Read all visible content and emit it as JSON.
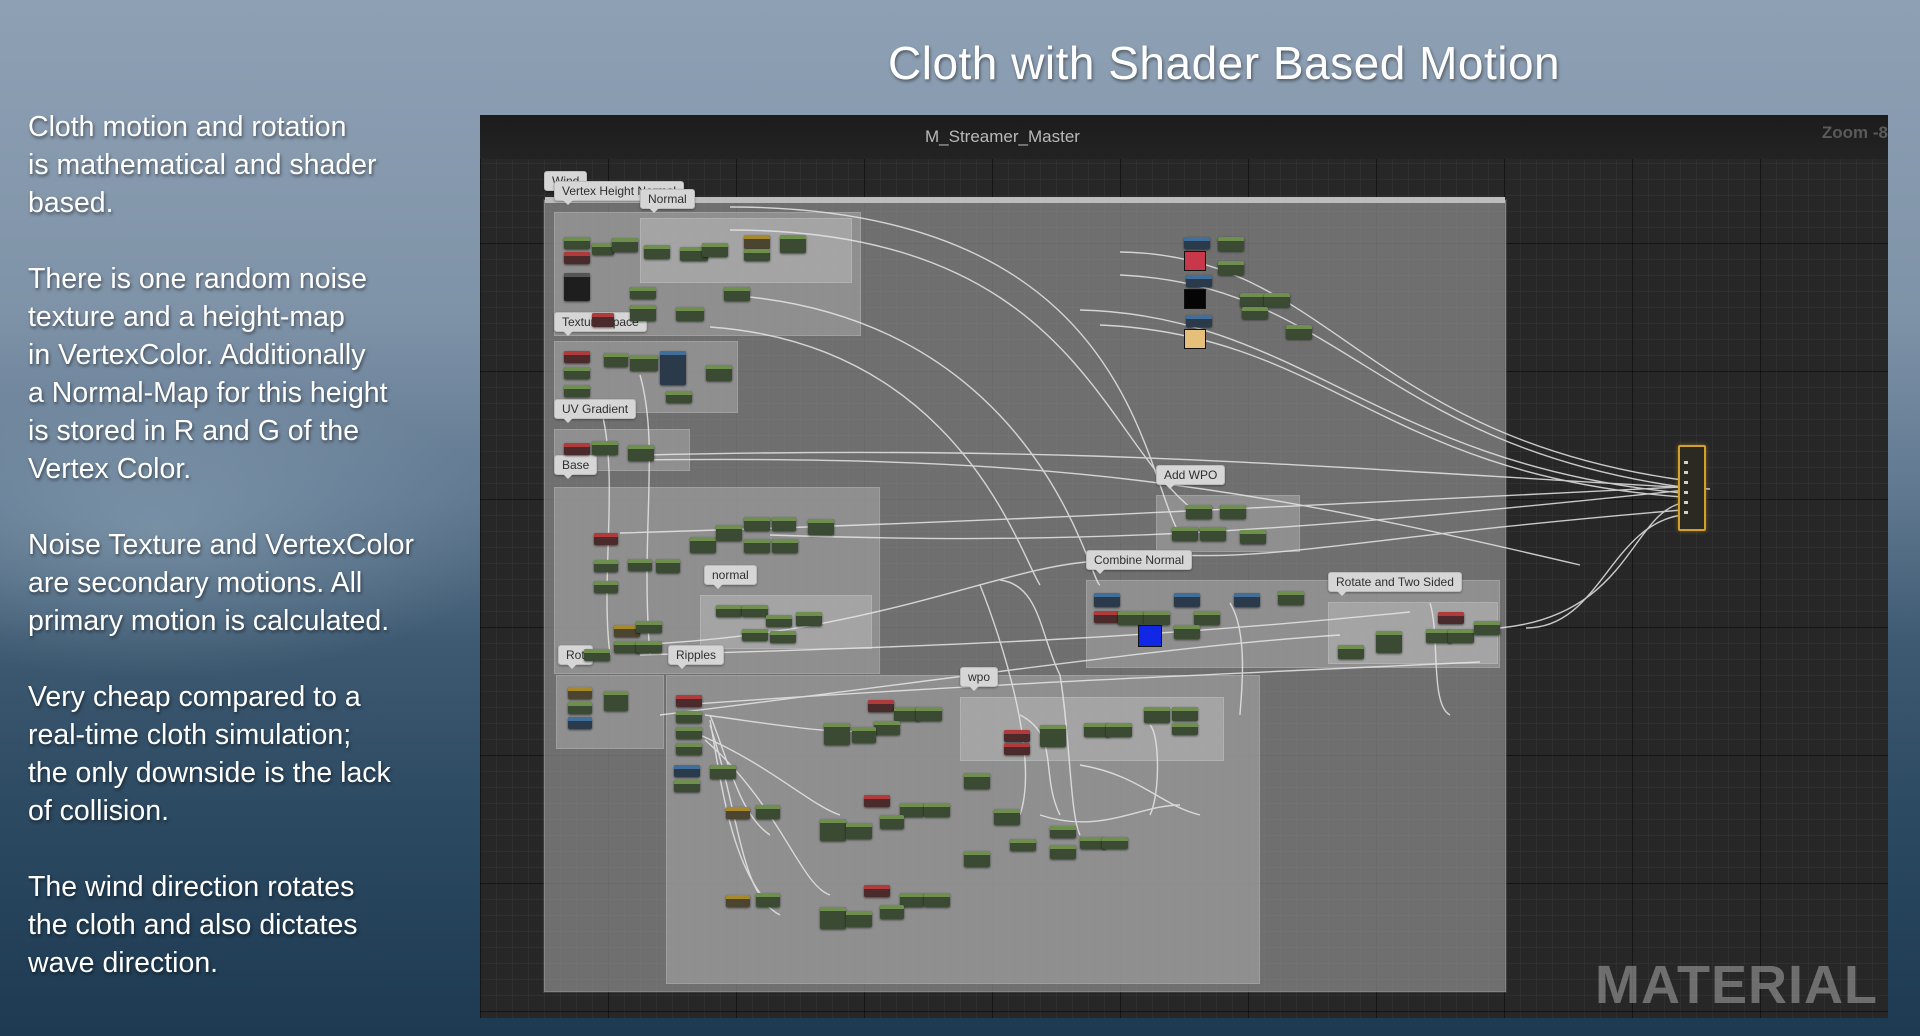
{
  "slide": {
    "title": "Cloth with Shader Based Motion",
    "paragraphs": [
      "Cloth motion and rotation\nis mathematical and shader\nbased.",
      "There is one random noise\ntexture and a height-map\nin VertexColor. Additionally\na Normal-Map for this height\nis stored in R and G of the\nVertex Color.",
      "Noise Texture and VertexColor\nare secondary motions. All\nprimary motion is calculated.",
      "Very cheap compared to a\nreal-time cloth simulation;\nthe only downside is the lack\nof collision.",
      "The wind direction rotates\nthe cloth and also dictates\nwave direction."
    ]
  },
  "editor": {
    "graph_name": "M_Streamer_Master",
    "zoom_label": "Zoom -8",
    "watermark": "MATERIAL",
    "comments": {
      "wind": "Wind",
      "vertex_height_normal": "Vertex Height Normal",
      "normal_top": "Normal",
      "texture_space": "Texture Space",
      "uv_gradient": "UV Gradient",
      "base": "Base",
      "normal": "normal",
      "rot": "Rot",
      "ripples": "Ripples",
      "wpo": "wpo",
      "add_wpo": "Add WPO",
      "combine_normal": "Combine Normal",
      "rotate_two_sided": "Rotate and Two Sided"
    },
    "colors": {
      "output_border": "#d4a02a",
      "swatch_red": "#c8384a",
      "swatch_black": "#050505",
      "swatch_tan": "#e6c07a",
      "swatch_blue": "#1028e6"
    }
  }
}
